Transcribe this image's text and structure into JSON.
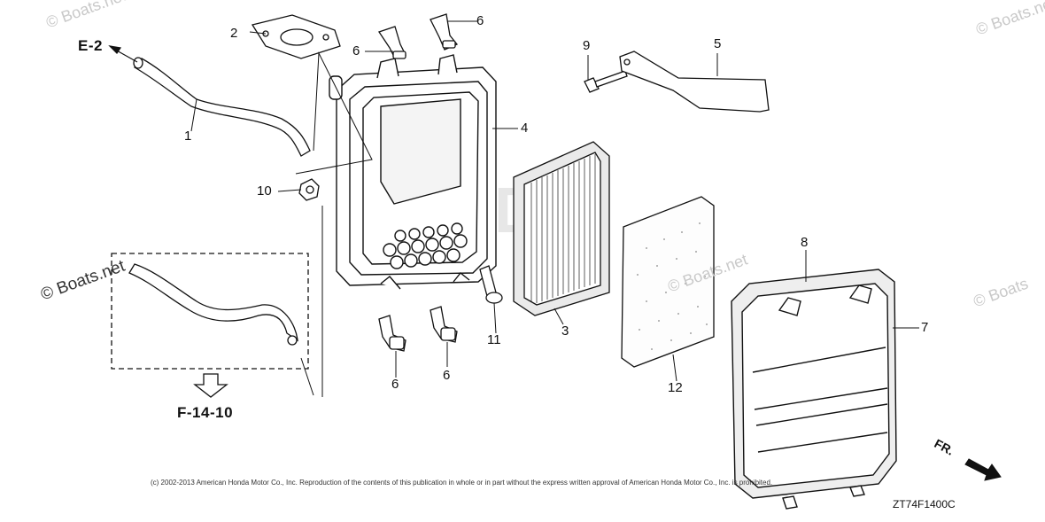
{
  "watermarks": {
    "top_left": "© Boats.net",
    "top_right": "© Boats.net",
    "middle": "© Boats.net",
    "right": "© Boats",
    "left_dark": "© Boats.net"
  },
  "references": {
    "e2": "E-2",
    "f1410": "F-14-10"
  },
  "callouts": {
    "c1": "1",
    "c2": "2",
    "c3": "3",
    "c4": "4",
    "c5": "5",
    "c6a": "6",
    "c6b": "6",
    "c6c": "6",
    "c6d": "6",
    "c7": "7",
    "c8": "8",
    "c9": "9",
    "c10": "10",
    "c11": "11",
    "c12": "12"
  },
  "copyright": "(c) 2002-2013 American Honda Motor Co., Inc. Reproduction of the contents of this publication in whole or in part without the express written approval of American Honda Motor Co., Inc. is prohibited.",
  "diagram_code": "ZT74F1400C",
  "front_label": "FR."
}
